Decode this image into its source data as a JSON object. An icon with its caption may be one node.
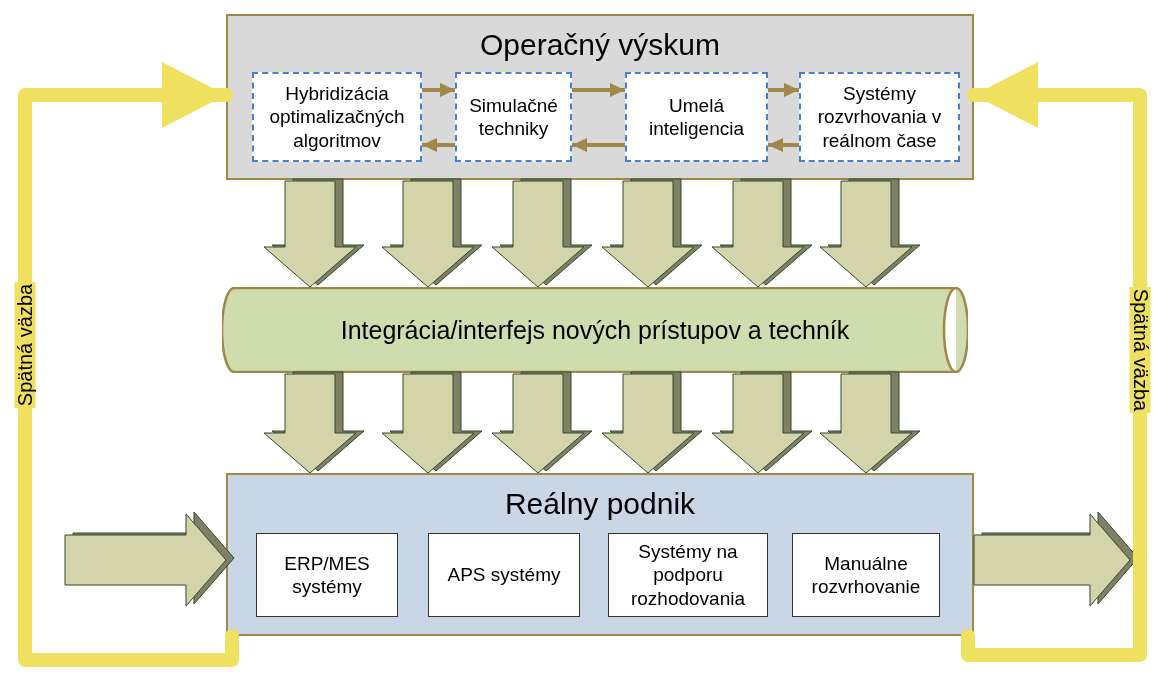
{
  "diagram": {
    "nodes": [
      {
        "text": [
          "Operačný výskum"
        ]
      },
      {
        "text": [
          "Hybridizácia optimalizačných algoritmov"
        ],
        "in": 0
      },
      {
        "text": [
          "Simulačné techniky"
        ],
        "in": 0
      },
      {
        "text": [
          "Umelá inteligencia"
        ],
        "in": 0
      },
      {
        "text": [
          "Systémy rozvrhovania v reálnom čase"
        ],
        "in": 0
      },
      {
        "text": [
          "Integrácia/interfejs nových prístupov a techník"
        ]
      },
      {
        "text": [
          "Reálny podnik"
        ]
      },
      {
        "text": [
          "ERP/MES systémy"
        ],
        "in": 6
      },
      {
        "text": [
          "APS systémy"
        ],
        "in": 6
      },
      {
        "text": [
          "Systémy na podporu rozhodovania"
        ],
        "in": 6
      },
      {
        "text": [
          "Manuálne rozvrhovanie"
        ],
        "in": 6
      }
    ],
    "edges": [
      {
        "from": 1,
        "to": 2,
        "arrow": "to",
        "color": "#a08848"
      },
      {
        "from": 2,
        "to": 1,
        "arrow": "to",
        "color": "#a08848"
      },
      {
        "from": 2,
        "to": 3,
        "arrow": "to",
        "color": "#a08848"
      },
      {
        "from": 3,
        "to": 2,
        "arrow": "to",
        "color": "#a08848"
      },
      {
        "from": 3,
        "to": 4,
        "arrow": "to",
        "color": "#a08848"
      },
      {
        "from": 4,
        "to": 3,
        "arrow": "to",
        "color": "#a08848"
      },
      {
        "from": 0,
        "to": 5,
        "arrow": "to"
      },
      {
        "from": 0,
        "to": 5,
        "arrow": "to"
      },
      {
        "from": 0,
        "to": 5,
        "arrow": "to"
      },
      {
        "from": 0,
        "to": 5,
        "arrow": "to"
      },
      {
        "from": 0,
        "to": 5,
        "arrow": "to"
      },
      {
        "from": 0,
        "to": 5,
        "arrow": "to"
      },
      {
        "from": 5,
        "to": 6,
        "arrow": "to"
      },
      {
        "from": 5,
        "to": 6,
        "arrow": "to"
      },
      {
        "from": 5,
        "to": 6,
        "arrow": "to"
      },
      {
        "from": 5,
        "to": 6,
        "arrow": "to"
      },
      {
        "from": 5,
        "to": 6,
        "arrow": "to"
      },
      {
        "from": 5,
        "to": 6,
        "arrow": "to"
      },
      {
        "from": null,
        "to": 6,
        "arrow": "to"
      },
      {
        "from": 6,
        "to": null,
        "arrow": "to"
      },
      {
        "from": 6,
        "to": 0,
        "arrow": "to",
        "label": "Spätná väzba",
        "style": "thick",
        "color": "#f0e060"
      },
      {
        "from": 6,
        "to": 0,
        "arrow": "to",
        "label": "Spätná väzba",
        "style": "thick",
        "color": "#f0e060"
      }
    ]
  }
}
